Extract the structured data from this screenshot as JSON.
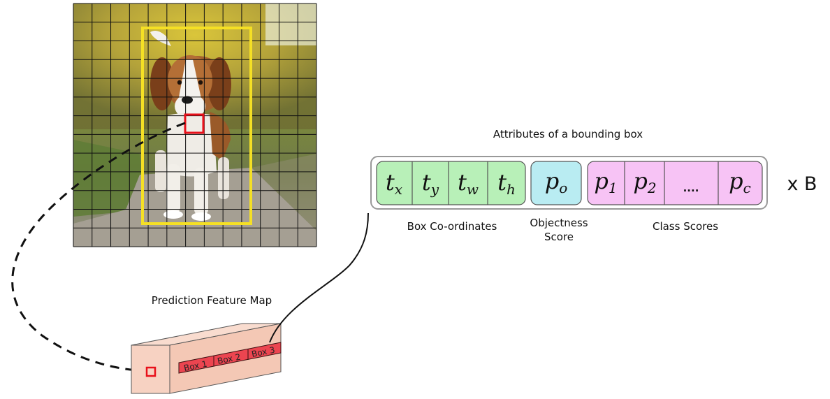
{
  "title": "Attributes of a bounding box",
  "multiplier": "x B",
  "groups": {
    "coords_label": "Box Co-ordinates",
    "objectness_label_line1": "Objectness",
    "objectness_label_line2": "Score",
    "class_label": "Class Scores"
  },
  "attributes": {
    "tx": {
      "base": "t",
      "sub": "x"
    },
    "ty": {
      "base": "t",
      "sub": "y"
    },
    "tw": {
      "base": "t",
      "sub": "w"
    },
    "th": {
      "base": "t",
      "sub": "h"
    },
    "po": {
      "base": "p",
      "sub": "o"
    },
    "p1": {
      "base": "p",
      "sub": "1"
    },
    "p2": {
      "base": "p",
      "sub": "2"
    },
    "pdots": "....",
    "pc": {
      "base": "p",
      "sub": "c"
    }
  },
  "feature_map": {
    "title": "Prediction Feature Map",
    "boxes": [
      "Box 1",
      "Box 2",
      "Box 3"
    ]
  },
  "colors": {
    "coords_fill": "#b8f0b8",
    "objectness_fill": "#b9ecf2",
    "class_fill": "#f7c3f5",
    "bbox_yellow": "#f5e024",
    "cell_red": "#e8101a",
    "prism_fill": "#f7d2c2",
    "box_strip": "#ec4550"
  },
  "image": {
    "grid_cells": 13,
    "content": "beagle dog walking on a path with yellow flowers"
  }
}
